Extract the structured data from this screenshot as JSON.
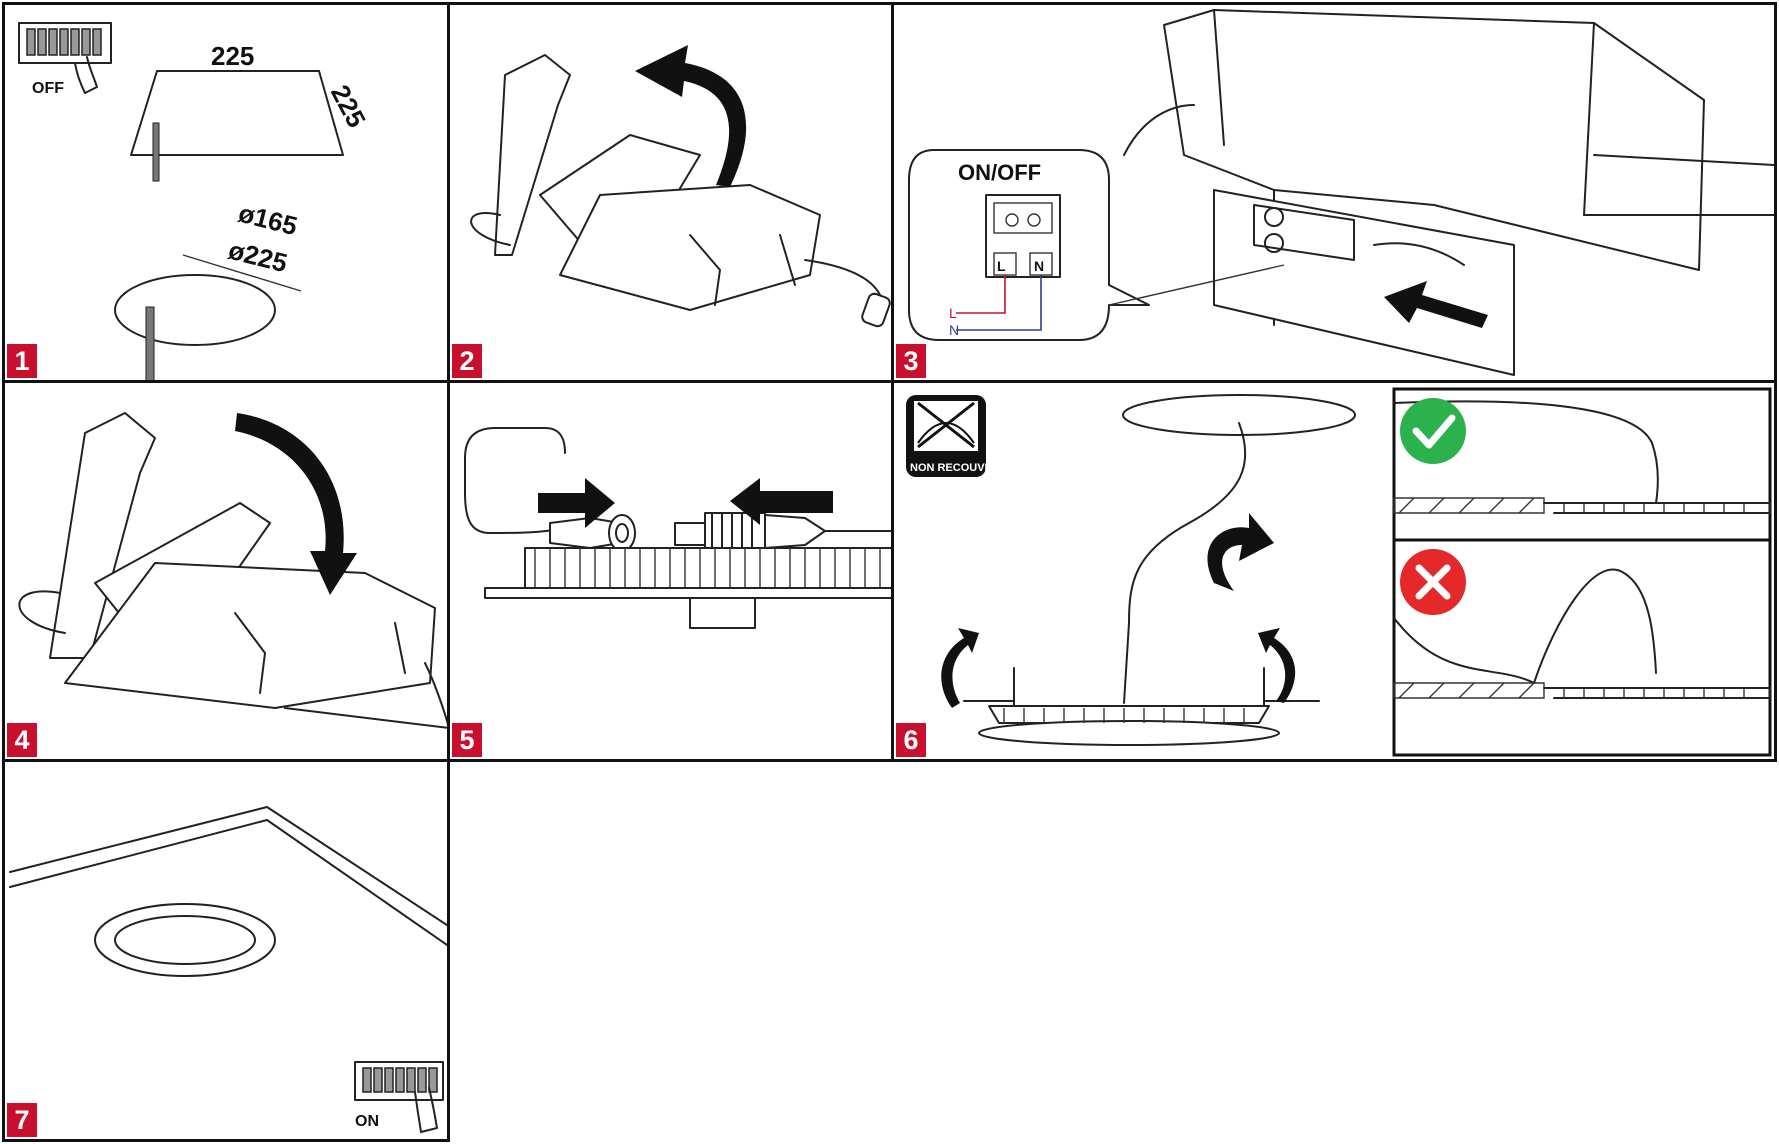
{
  "steps": [
    {
      "number": "1",
      "switch_state": "OFF",
      "cut_square_width": "225",
      "cut_square_depth": "225",
      "cut_diameter_small": "ø165",
      "cut_diameter_large": "ø225"
    },
    {
      "number": "2"
    },
    {
      "number": "3",
      "switch_label": "ON/OFF",
      "terminal_left": "L",
      "terminal_right": "N",
      "wire_live": "L",
      "wire_neutral": "N"
    },
    {
      "number": "4"
    },
    {
      "number": "5"
    },
    {
      "number": "6",
      "badge_text": "NON RECOUVRABLE"
    },
    {
      "number": "7",
      "switch_state": "ON"
    }
  ],
  "colors": {
    "accent": "#c8102e",
    "correct": "#2bb24c",
    "wrong": "#e5282a",
    "live_wire": "#c8102e",
    "neutral_wire": "#2a3f9b"
  }
}
